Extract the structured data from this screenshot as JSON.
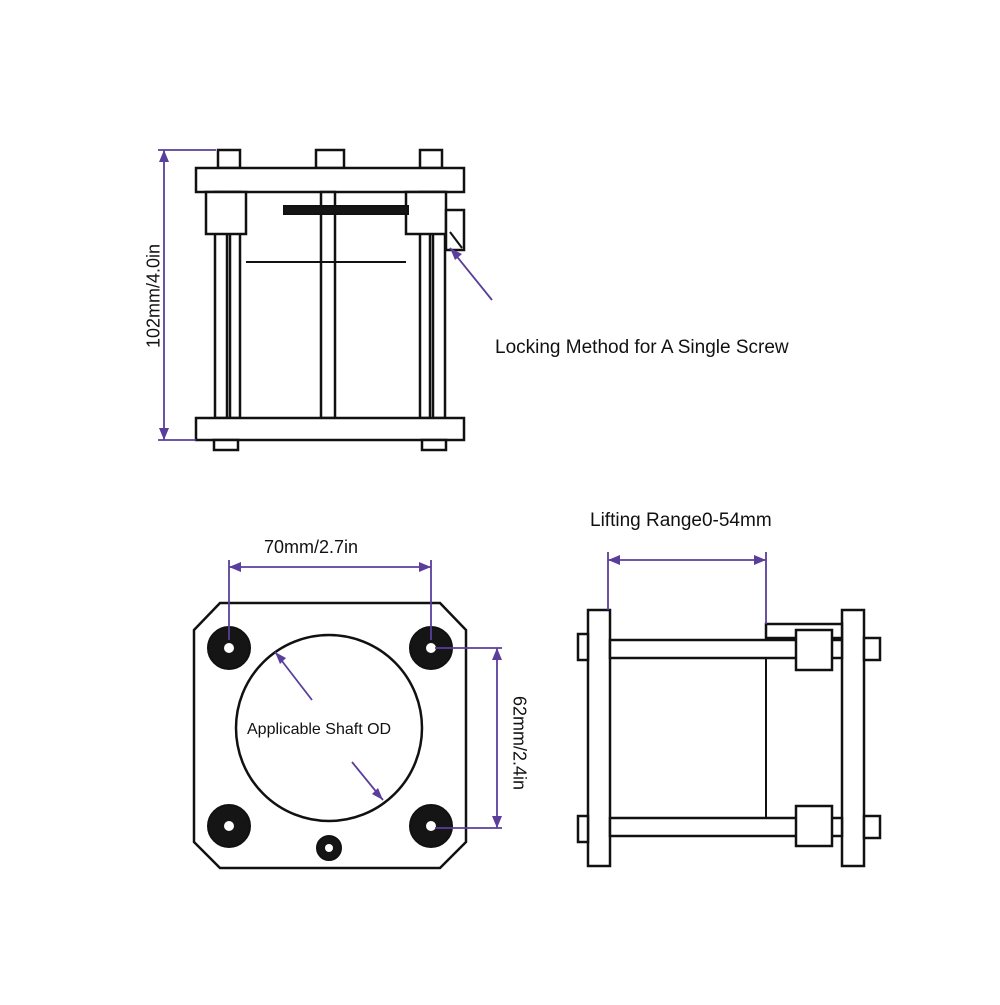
{
  "labels": {
    "height_dim": "102mm/4.0in",
    "locking_method": "Locking Method for A Single Screw",
    "lifting_range": "Lifting Range0-54mm",
    "width_dim": "70mm/2.7in",
    "shaft_od": "Applicable Shaft OD",
    "depth_dim": "62mm/2.4in"
  },
  "colors": {
    "line": "#111111",
    "dimension": "#5a3e9b",
    "background": "#ffffff"
  }
}
